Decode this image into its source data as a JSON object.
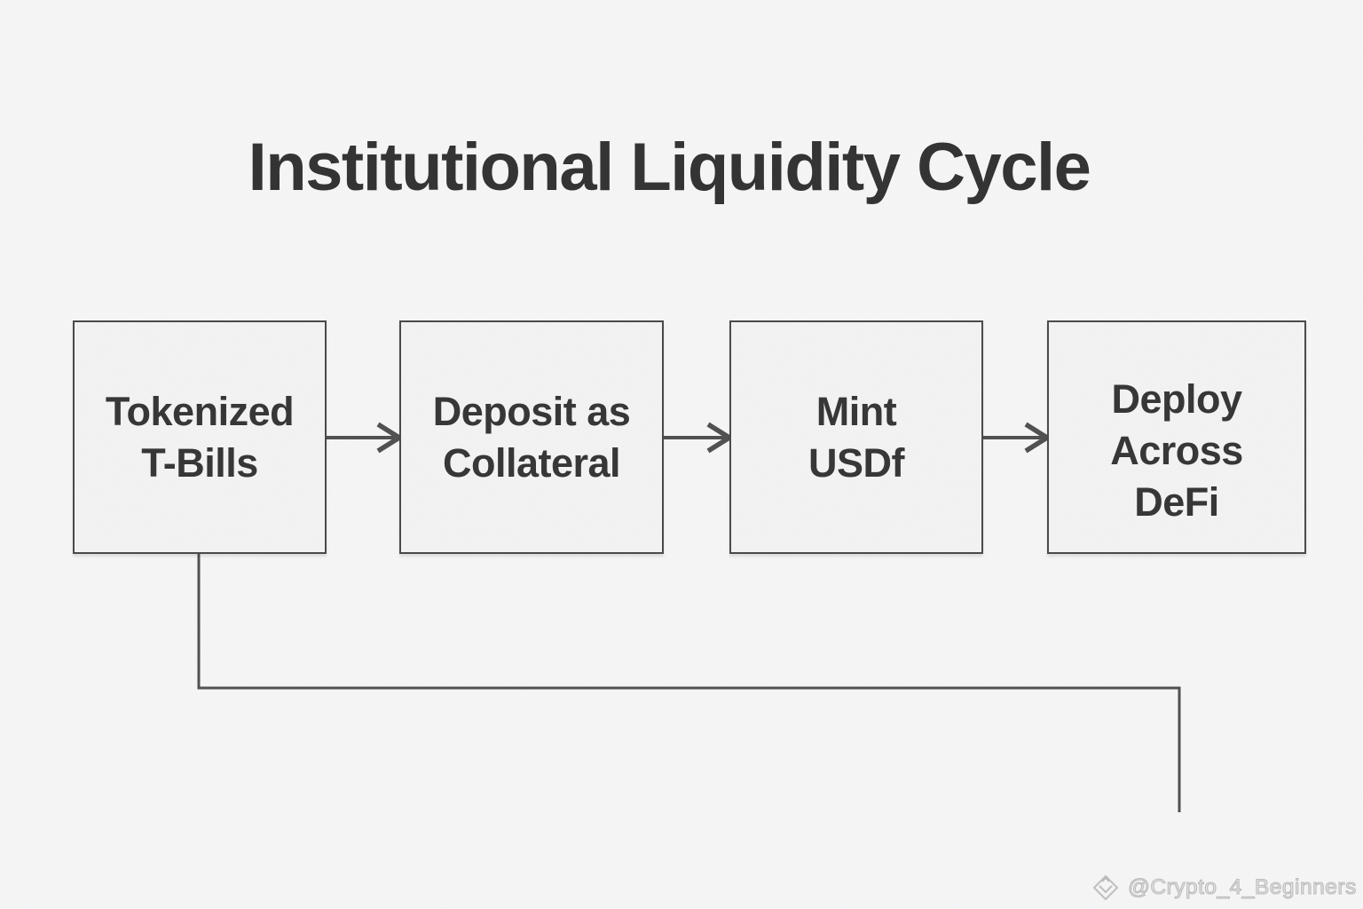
{
  "title": "Institutional Liquidity Cycle",
  "flow": {
    "boxes": [
      {
        "id": "tokenized-tbills",
        "lines": [
          "Tokenized",
          "T-Bills"
        ]
      },
      {
        "id": "deposit-as-collateral",
        "lines": [
          "Deposit as",
          "Collateral"
        ]
      },
      {
        "id": "mint-usdf",
        "lines": [
          "Mint",
          "USDf"
        ]
      },
      {
        "id": "deploy-across-defi",
        "lines": [
          "Deploy",
          "Across",
          "DeFi"
        ]
      }
    ],
    "connections": [
      {
        "from": "tokenized-tbills",
        "to": "deposit-as-collateral",
        "style": "arrow-right"
      },
      {
        "from": "deposit-as-collateral",
        "to": "mint-usdf",
        "style": "arrow-right"
      },
      {
        "from": "mint-usdf",
        "to": "deploy-across-defi",
        "style": "arrow-right"
      },
      {
        "from": "tokenized-tbills",
        "to": "deploy-across-defi",
        "style": "elbow-return-line"
      }
    ]
  },
  "watermark": {
    "icon": "crown-icon",
    "handle": "@Crypto_4_Beginners"
  },
  "colors": {
    "background": "#f6f6f7",
    "box_fill": "#f3f3f4",
    "box_border": "#474747",
    "connector": "#4e4e4e",
    "title_text": "#303030",
    "box_text": "#333333",
    "watermark": "#b2b2b2"
  }
}
